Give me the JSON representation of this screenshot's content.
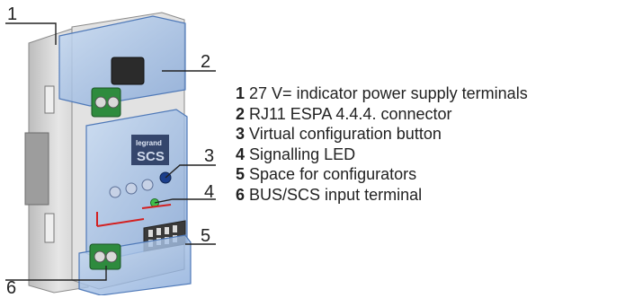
{
  "callouts": [
    "1",
    "2",
    "3",
    "4",
    "5",
    "6"
  ],
  "device_labels": {
    "brand": "legrand",
    "system": "SCS"
  },
  "legend": [
    {
      "num": "1",
      "text": "27 V= indicator power supply terminals"
    },
    {
      "num": "2",
      "text": "RJ11 ESPA 4.4.4. connector"
    },
    {
      "num": "3",
      "text": "Virtual configuration button"
    },
    {
      "num": "4",
      "text": "Signalling LED"
    },
    {
      "num": "5",
      "text": "Space for configurators"
    },
    {
      "num": "6",
      "text": "BUS/SCS input terminal"
    }
  ],
  "colors": {
    "housing_grey": "#d9d9d9",
    "cover_blue": "#a9c4e8",
    "terminal_green": "#2e8b3e",
    "led_green": "#3fbf4a",
    "accent_red": "#d32020"
  }
}
